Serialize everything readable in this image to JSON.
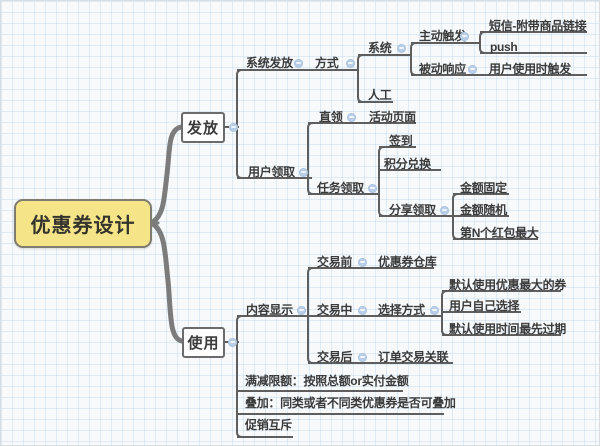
{
  "diagram": {
    "type": "mindmap",
    "colors": {
      "background": "#f7f9fb",
      "grid_line": "#bcd3e8",
      "connector": "#5e5e5e",
      "thick_branch": "#7c7c7c",
      "root_fill": "#f5e588",
      "root_border": "#7d7c6f",
      "box_fill": "#fdfdfd",
      "box_border": "#6b6b6b",
      "text": "#3b3b3b",
      "collapse_icon": "#b9cee6"
    },
    "tree": {
      "label": "优惠券设计",
      "children": [
        {
          "label": "发放",
          "children": [
            {
              "label": "系统发放",
              "children": [
                {
                  "label": "方式",
                  "children": [
                    {
                      "label": "系统",
                      "children": [
                        {
                          "label": "主动触发",
                          "children": [
                            {
                              "label": "短信-附带商品链接"
                            },
                            {
                              "label": "push"
                            }
                          ]
                        },
                        {
                          "label": "被动响应",
                          "children": [
                            {
                              "label": "用户使用时触发"
                            }
                          ]
                        }
                      ]
                    },
                    {
                      "label": "人工"
                    }
                  ]
                }
              ]
            },
            {
              "label": "用户领取",
              "children": [
                {
                  "label": "直领",
                  "children": [
                    {
                      "label": "活动页面"
                    }
                  ]
                },
                {
                  "label": "任务领取",
                  "children": [
                    {
                      "label": "签到"
                    },
                    {
                      "label": "积分兑换"
                    },
                    {
                      "label": "分享领取",
                      "children": [
                        {
                          "label": "金额固定"
                        },
                        {
                          "label": "金额随机"
                        },
                        {
                          "label": "第N个红包最大"
                        }
                      ]
                    }
                  ]
                }
              ]
            }
          ]
        },
        {
          "label": "使用",
          "children": [
            {
              "label": "内容显示",
              "children": [
                {
                  "label": "交易前",
                  "children": [
                    {
                      "label": "优惠券仓库"
                    }
                  ]
                },
                {
                  "label": "交易中",
                  "children": [
                    {
                      "label": "选择方式",
                      "children": [
                        {
                          "label": "默认使用优惠最大的券"
                        },
                        {
                          "label": "用户自己选择"
                        },
                        {
                          "label": "默认使用时间最先过期"
                        }
                      ]
                    }
                  ]
                },
                {
                  "label": "交易后",
                  "children": [
                    {
                      "label": "订单交易关联"
                    }
                  ]
                }
              ]
            },
            {
              "label": "满减限额：按照总额or实付金额"
            },
            {
              "label": "叠加：同类或者不同类优惠券是否可叠加"
            },
            {
              "label": "促销互斥"
            }
          ]
        }
      ]
    }
  }
}
